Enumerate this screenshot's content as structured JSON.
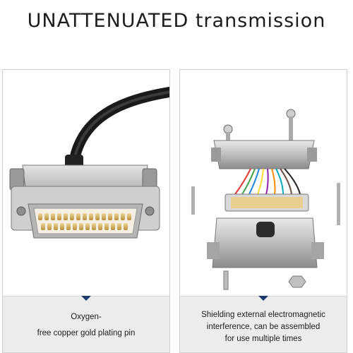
{
  "headline": "UNATTENUATED transmission",
  "left_panel": {
    "caption_lines": [
      "Oxygen-",
      "free copper gold plating pin"
    ]
  },
  "right_panel": {
    "caption_lines": [
      "Shielding external electromagnetic",
      "interference, can be assembled",
      "for use multiple times"
    ]
  },
  "colors": {
    "pointer": "#1f3a6f",
    "caption_background": "#ececec",
    "metal": "#c9c9c9",
    "gold_pins": "#d9b36a"
  }
}
